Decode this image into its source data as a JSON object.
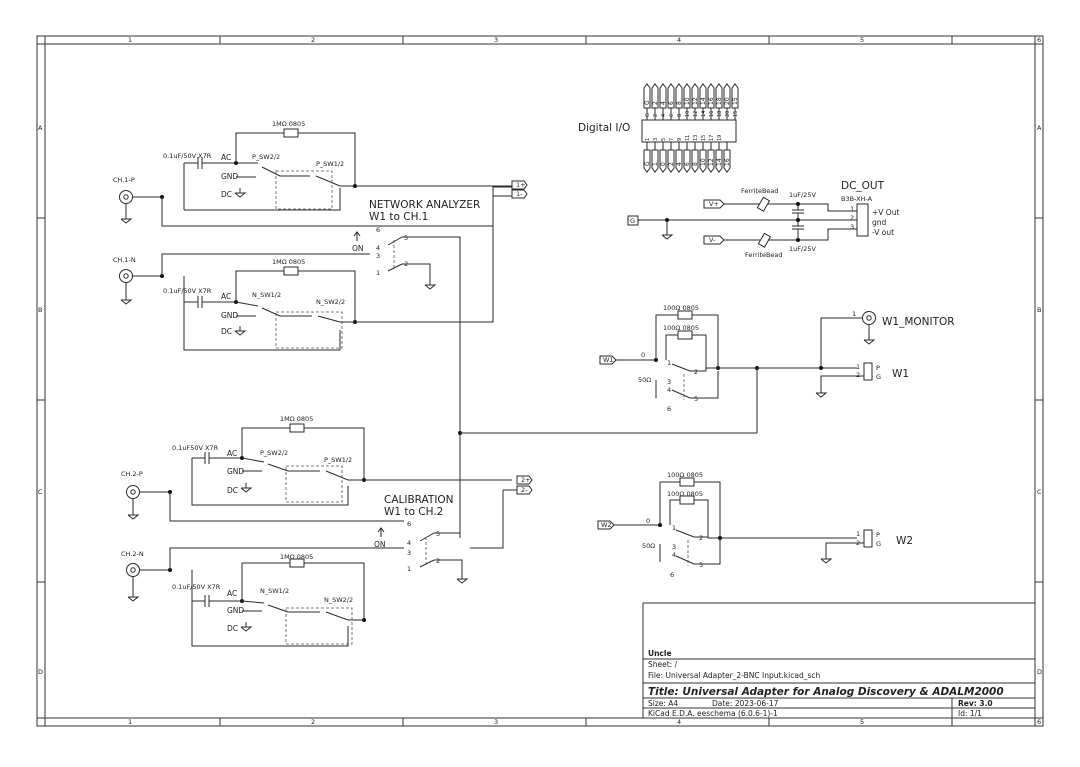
{
  "frame": {
    "columns": [
      "1",
      "2",
      "3",
      "4",
      "5",
      "6"
    ],
    "rows": [
      "A",
      "B",
      "C",
      "D"
    ]
  },
  "titleblock": {
    "company": "Uncle",
    "sheet": "Sheet: /",
    "file": "File: Universal Adapter_2-BNC Input.kicad_sch",
    "title": "Title: Universal Adapter for Analog Discovery & ADALM2000",
    "size": "Size: A4",
    "date": "Date: 2023-06-17",
    "rev": "Rev: 3.0",
    "tool": "KiCad E.D.A.  eeschema (6.0.6-1)-1",
    "id": "Id: 1/1"
  },
  "digital_io": {
    "label": "Digital I/O",
    "top_pins": [
      "G",
      "2",
      "4",
      "6",
      "8",
      "10",
      "12",
      "14",
      "16",
      "18",
      "20",
      "15"
    ],
    "top_signals": [
      "G",
      "2",
      "4",
      "6",
      "8",
      "10",
      "12",
      "14",
      "16",
      "18",
      "20",
      "15"
    ],
    "bottom_pins": [
      "1",
      "3",
      "5",
      "7",
      "9",
      "11",
      "13",
      "15",
      "17",
      "19"
    ],
    "bottom_signals": [
      "G",
      "1",
      "0",
      "2",
      "4",
      "6",
      "8",
      "10",
      "12",
      "14",
      "16"
    ]
  },
  "dc_out": {
    "title": "DC_OUT",
    "part": "B3B-XH-A",
    "bead_top": "FerriteBead",
    "bead_bottom": "FerriteBead",
    "cap_top": "1uF/25V",
    "cap_bottom": "1uF/25V",
    "pin_vplus": "+V Out",
    "pin_gnd": "gnd",
    "pin_vminus": "-V out",
    "label_vplus": "V+",
    "label_vminus": "V-",
    "label_g": "G",
    "pins": [
      "1",
      "2",
      "3"
    ]
  },
  "network_analyzer": {
    "title_line1": "NETWORK ANALYZER",
    "title_line2": "W1 to CH.1",
    "on": "ON",
    "ch1p": "CH.1-P",
    "ch1n": "CH.1-N",
    "resistor": "1MΩ 0805",
    "cap": "0.1uF/50V X7R",
    "sw_p2": "P_SW2/2",
    "sw_p1": "P_SW1/2",
    "sw_n1": "N_SW1/2",
    "sw_n2": "N_SW2/2",
    "ac": "AC",
    "gnd": "GND",
    "dc": "DC",
    "out_plus": "1+",
    "out_minus": "1-"
  },
  "calibration": {
    "title_line1": "CALIBRATION",
    "title_line2": "W1 to CH.2",
    "on": "ON",
    "ch2p": "CH.2-P",
    "ch2n": "CH.2-N",
    "resistor": "1MΩ 0805",
    "cap_p": "0.1uF50V X7R",
    "cap_n": "0.1uF/50V X7R",
    "sw_p2": "P_SW2/2",
    "sw_p1": "P_SW1/2",
    "sw_n1": "N_SW1/2",
    "sw_n2": "N_SW2/2",
    "ac": "AC",
    "gnd": "GND",
    "dc": "DC",
    "out_plus": "2+",
    "out_minus": "2-"
  },
  "w1": {
    "res_top": "100Ω 0805",
    "res_bottom": "100Ω 0805",
    "label_in": "W1",
    "ohm": "50Ω",
    "zero": "0",
    "six": "6",
    "monitor": "W1_MONITOR",
    "conn": "W1",
    "p": "P",
    "g": "G"
  },
  "w2": {
    "res_top": "100Ω 0805",
    "res_bottom": "100Ω 0805",
    "label_in": "W2",
    "ohm": "50Ω",
    "zero": "0",
    "six": "6",
    "conn": "W2",
    "p": "P",
    "g": "G"
  }
}
